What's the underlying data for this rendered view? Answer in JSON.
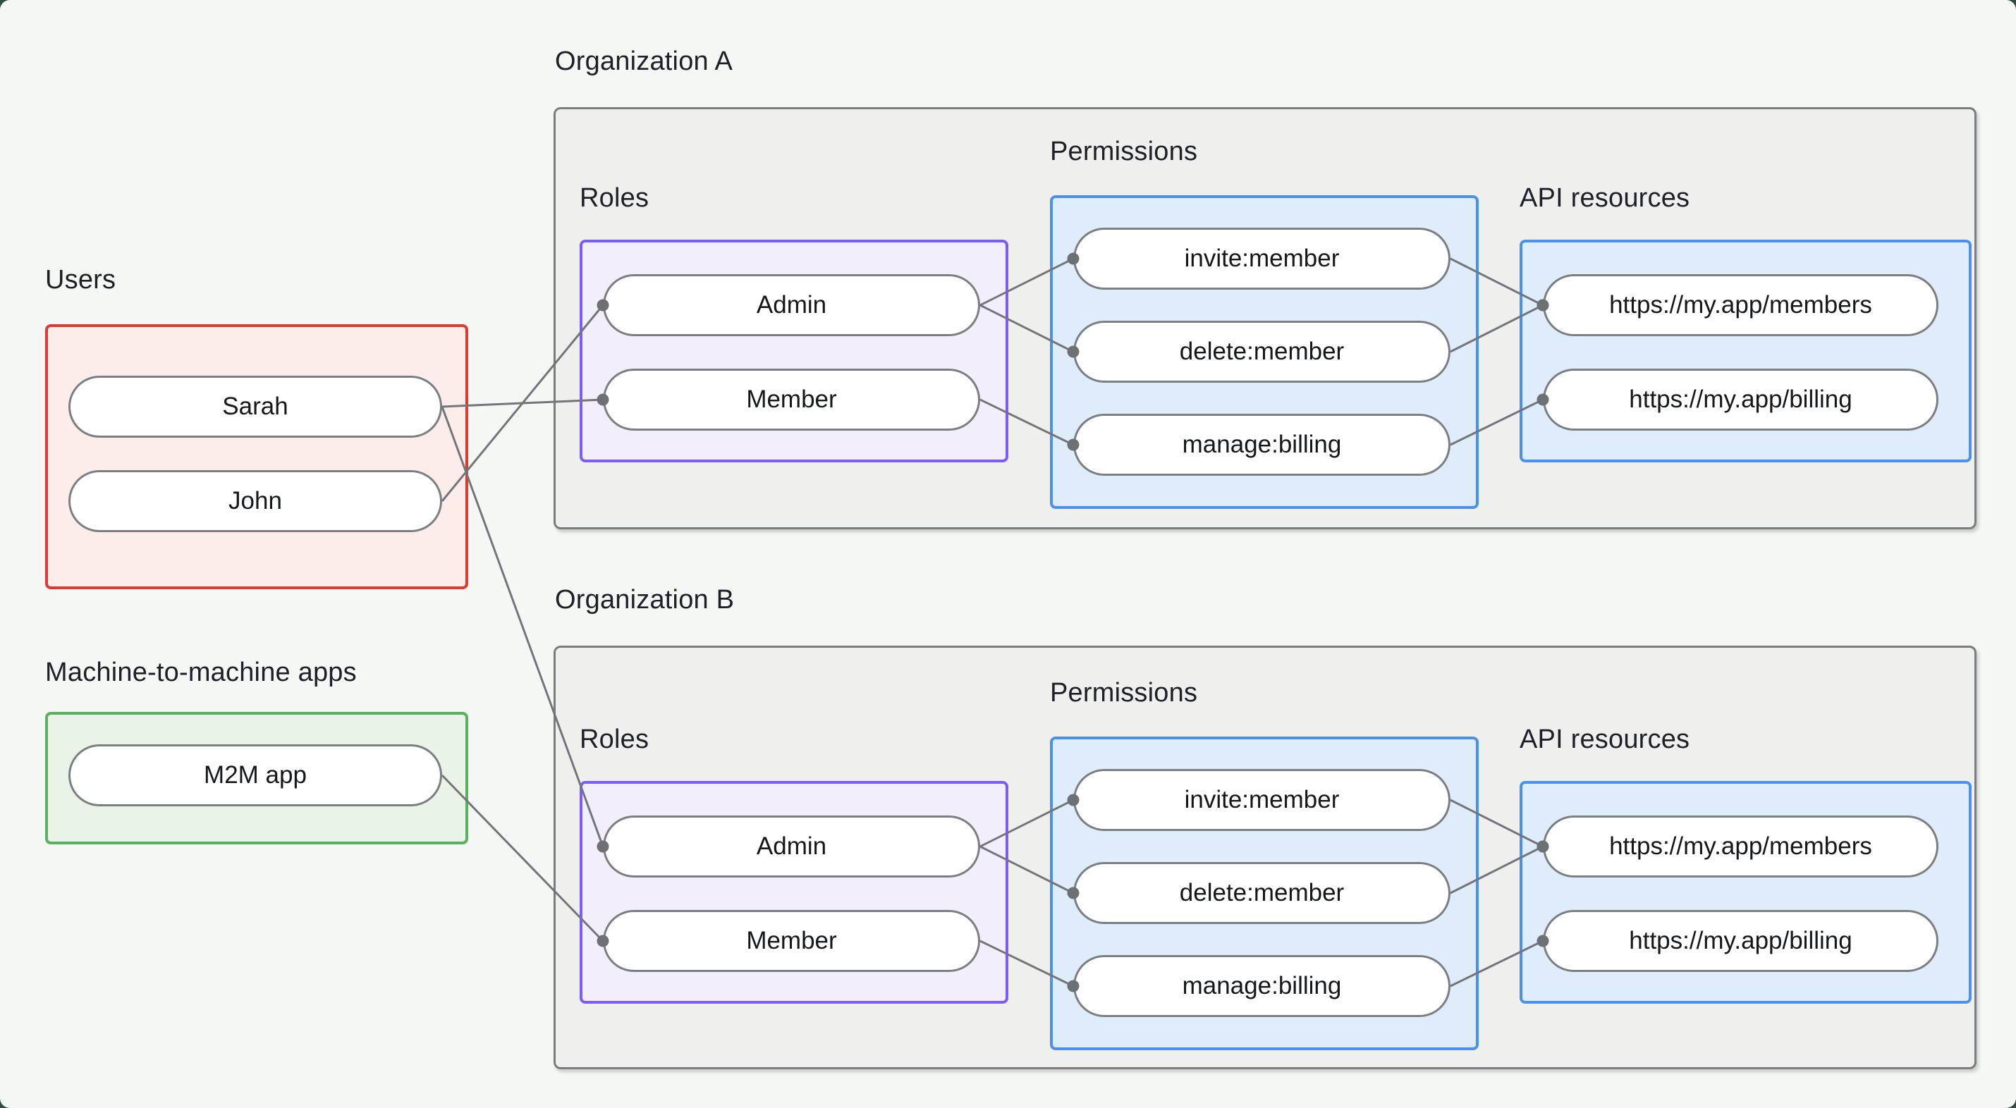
{
  "diagram": {
    "groups": {
      "users": {
        "label": "Users",
        "nodes": [
          {
            "id": "sarah",
            "label": "Sarah"
          },
          {
            "id": "john",
            "label": "John"
          }
        ]
      },
      "m2m_apps": {
        "label": "Machine-to-machine apps",
        "nodes": [
          {
            "id": "m2m-app",
            "label": "M2M app"
          }
        ]
      },
      "org_a": {
        "label": "Organization A",
        "roles": {
          "label": "Roles",
          "nodes": [
            {
              "id": "a-admin",
              "label": "Admin"
            },
            {
              "id": "a-member",
              "label": "Member"
            }
          ]
        },
        "permissions": {
          "label": "Permissions",
          "nodes": [
            {
              "id": "a-invite",
              "label": "invite:member"
            },
            {
              "id": "a-delete",
              "label": "delete:member"
            },
            {
              "id": "a-manage",
              "label": "manage:billing"
            }
          ]
        },
        "api_resources": {
          "label": "API resources",
          "nodes": [
            {
              "id": "a-members",
              "label": "https://my.app/members"
            },
            {
              "id": "a-billing",
              "label": "https://my.app/billing"
            }
          ]
        }
      },
      "org_b": {
        "label": "Organization B",
        "roles": {
          "label": "Roles",
          "nodes": [
            {
              "id": "b-admin",
              "label": "Admin"
            },
            {
              "id": "b-member",
              "label": "Member"
            }
          ]
        },
        "permissions": {
          "label": "Permissions",
          "nodes": [
            {
              "id": "b-invite",
              "label": "invite:member"
            },
            {
              "id": "b-delete",
              "label": "delete:member"
            },
            {
              "id": "b-manage",
              "label": "manage:billing"
            }
          ]
        },
        "api_resources": {
          "label": "API resources",
          "nodes": [
            {
              "id": "b-members",
              "label": "https://my.app/members"
            },
            {
              "id": "b-billing",
              "label": "https://my.app/billing"
            }
          ]
        }
      }
    },
    "edges": [
      {
        "from": "sarah",
        "to": "a-member"
      },
      {
        "from": "john",
        "to": "a-admin"
      },
      {
        "from": "sarah",
        "to": "b-admin"
      },
      {
        "from": "m2m-app",
        "to": "b-member"
      },
      {
        "from": "a-admin",
        "to": "a-invite"
      },
      {
        "from": "a-admin",
        "to": "a-delete"
      },
      {
        "from": "a-member",
        "to": "a-manage"
      },
      {
        "from": "a-invite",
        "to": "a-members"
      },
      {
        "from": "a-delete",
        "to": "a-members"
      },
      {
        "from": "a-manage",
        "to": "a-billing"
      },
      {
        "from": "b-admin",
        "to": "b-invite"
      },
      {
        "from": "b-admin",
        "to": "b-delete"
      },
      {
        "from": "b-member",
        "to": "b-manage"
      },
      {
        "from": "b-invite",
        "to": "b-members"
      },
      {
        "from": "b-delete",
        "to": "b-members"
      },
      {
        "from": "b-manage",
        "to": "b-billing"
      }
    ],
    "colors": {
      "page_bg": "#f5f7f4",
      "users_border": "#dd3a30",
      "users_fill": "#fcedeb",
      "m2m_border": "#57b25e",
      "m2m_fill": "#e9f4e7",
      "roles_border": "#7c5cf6",
      "roles_fill": "#f3eefc",
      "blue_border": "#4a90ee",
      "blue_fill": "#dfecfb",
      "org_border": "#797d7d",
      "org_fill": "#efefee",
      "node_border": "#7b7f82",
      "connector": "#72767a"
    }
  }
}
